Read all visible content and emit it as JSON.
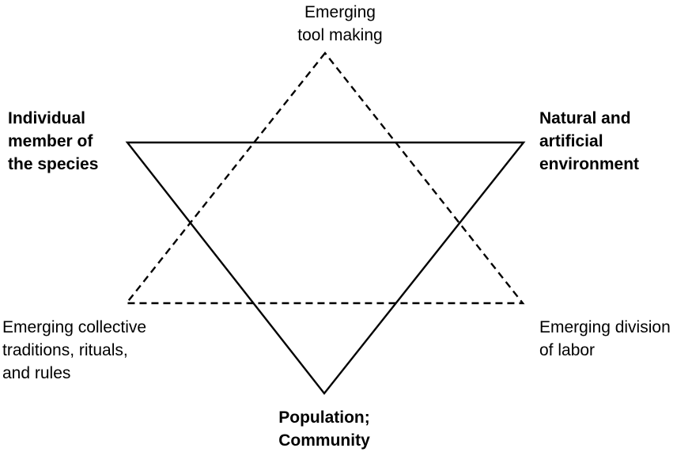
{
  "diagram": {
    "line_color": "#000000",
    "solid_triangle": {
      "vertices": [
        "Individual member of the species",
        "Natural and artificial environment",
        "Population; Community"
      ],
      "style": "solid"
    },
    "dashed_triangle": {
      "vertices": [
        "Emerging tool making",
        "Emerging collective traditions, rituals, and rules",
        "Emerging division of labor"
      ],
      "style": "dashed"
    },
    "labels": {
      "tool_making": [
        "Emerging",
        "tool making"
      ],
      "individual": [
        "Individual",
        "member of",
        "the species"
      ],
      "environment": [
        "Natural and",
        "artificial",
        "environment"
      ],
      "traditions": [
        "Emerging collective",
        "traditions, rituals,",
        "and rules"
      ],
      "division_of_labor": [
        "Emerging division",
        "of labor"
      ],
      "population": [
        "Population;",
        "Community"
      ]
    }
  }
}
